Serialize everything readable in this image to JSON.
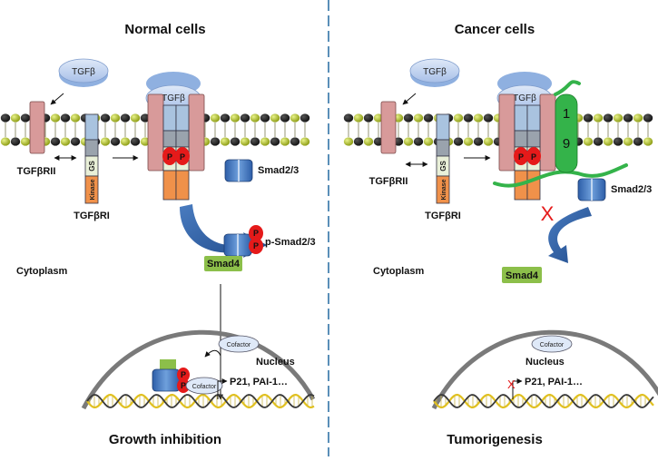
{
  "left": {
    "title": "Normal cells",
    "ligand": "TGFβ",
    "ligand_bound": "TGFβ",
    "receptor2": "TGFβRII",
    "receptor1": "TGFβRI",
    "gs": "GS",
    "kinase": "Kinase",
    "smad23": "Smad2/3",
    "psmad23": "p-Smad2/3",
    "smad4": "Smad4",
    "cytoplasm": "Cytoplasm",
    "cofactor": "Cofactor",
    "nucleus": "Nucleus",
    "targets": "P21, PAI-1…",
    "outcome": "Growth inhibition",
    "p": "P"
  },
  "right": {
    "title": "Cancer cells",
    "ligand": "TGFβ",
    "ligand_bound": "TGFβ",
    "receptor2": "TGFβRII",
    "receptor1": "TGFβRI",
    "gs": "GS",
    "kinase": "Kinase",
    "smad23": "Smad2/3",
    "smad4": "Smad4",
    "cytoplasm": "Cytoplasm",
    "cofactor": "Cofactor",
    "nucleus": "Nucleus",
    "targets": "P21, PAI-1…",
    "outcome": "Tumorigenesis",
    "protein_top": "1",
    "protein_bottom": "9",
    "block": "X",
    "p": "P"
  },
  "colors": {
    "receptor_pink": "#d89a9a",
    "receptor_blue": "#a9c3df",
    "receptor_gray": "#9aa3ad",
    "kinase_orange": "#f0914a",
    "smad_blue": "#3a6fb8",
    "smad4_green": "#8cbf4a",
    "phospho_red": "#e51a1a",
    "protein_green": "#34b34a",
    "ligand_blue": "#b8cdee",
    "divider": "#5a8fb8"
  }
}
